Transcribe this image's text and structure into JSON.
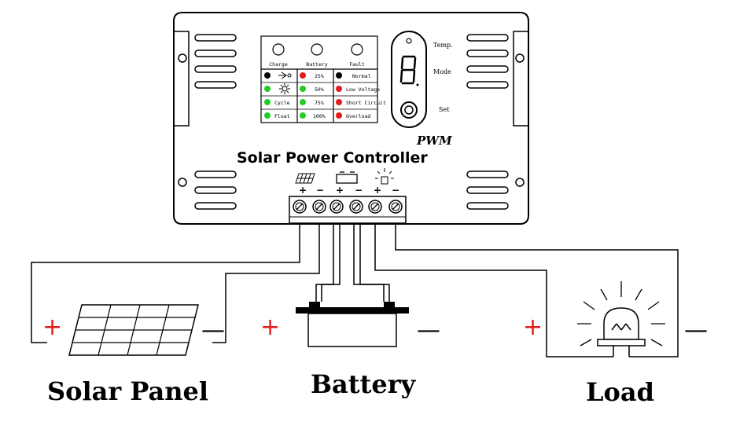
{
  "controller": {
    "title": "Solar Power Controller",
    "pwm": "PWM",
    "side_labels": {
      "temp": "Temp.",
      "mode": "Mode",
      "set": "Set"
    },
    "indicator_headers": {
      "charge": "Charge",
      "battery": "Battery",
      "fault": "Fault"
    },
    "charge_states": [
      "Cycle",
      "Float"
    ],
    "battery_levels": [
      "25%",
      "50%",
      "75%",
      "100%"
    ],
    "fault_states": [
      "Normal",
      "Low Voltage",
      "Short Circuit",
      "Overload"
    ],
    "terminal_signs": [
      "+",
      "−",
      "+",
      "−",
      "+",
      "−"
    ]
  },
  "components": {
    "solar_panel": {
      "label": "Solar Panel",
      "plus": "+",
      "minus": "—"
    },
    "battery": {
      "label": "Battery",
      "plus": "+",
      "minus": "—"
    },
    "load": {
      "label": "Load",
      "plus": "+",
      "minus": "—"
    }
  },
  "colors": {
    "green": "#22cc22",
    "red": "#e21b1b",
    "line": "#000000"
  }
}
